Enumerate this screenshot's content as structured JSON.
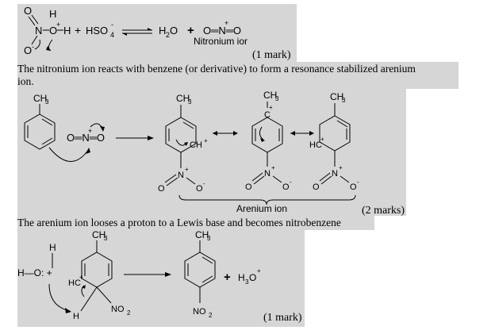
{
  "step1": {
    "equation": {
      "reactant_h": "H",
      "reactant_n": "N",
      "reactant_o_minus": "O",
      "reactant_o": "O",
      "reactant_oh": "O",
      "reactant_h2": "H",
      "plus": "+",
      "hso4": "HSO",
      "sub4": "4",
      "sup_minus": "-",
      "h2o": "H",
      "h2o_sub": "2",
      "h2o_o": "O",
      "plus2": "+",
      "nitronium": "O═N═O"
    },
    "label": "Nitronium ior",
    "marks": "(1 mark)"
  },
  "step2": {
    "text_line1": "The nitronium ion reacts with benzene (or derivative) to form a resonance stabilized arenium",
    "text_line2": "ion.",
    "ch3": "CH",
    "ch3_sub": "3",
    "nitronium_attack": "O═N═O",
    "ch_plus": "CH",
    "c_plus": "C",
    "hc_plus": "HC",
    "nitro_n": "N",
    "nitro_o": "O",
    "arenium_label": "Arenium ion",
    "marks": "(2 marks)"
  },
  "step3": {
    "text": "The arenium ion looses a proton to a Lewis base and becomes nitrobenzene",
    "h_top": "H",
    "h_o": "H—O: +",
    "hc_plus": "HC",
    "no2": "NO",
    "no2_sub": "2",
    "h_bottom": "H",
    "product_no2": "NO",
    "product_plus": "+",
    "h3o": "H",
    "h3o_sub": "3",
    "h3o_o": "O",
    "marks": "(1 mark)"
  }
}
